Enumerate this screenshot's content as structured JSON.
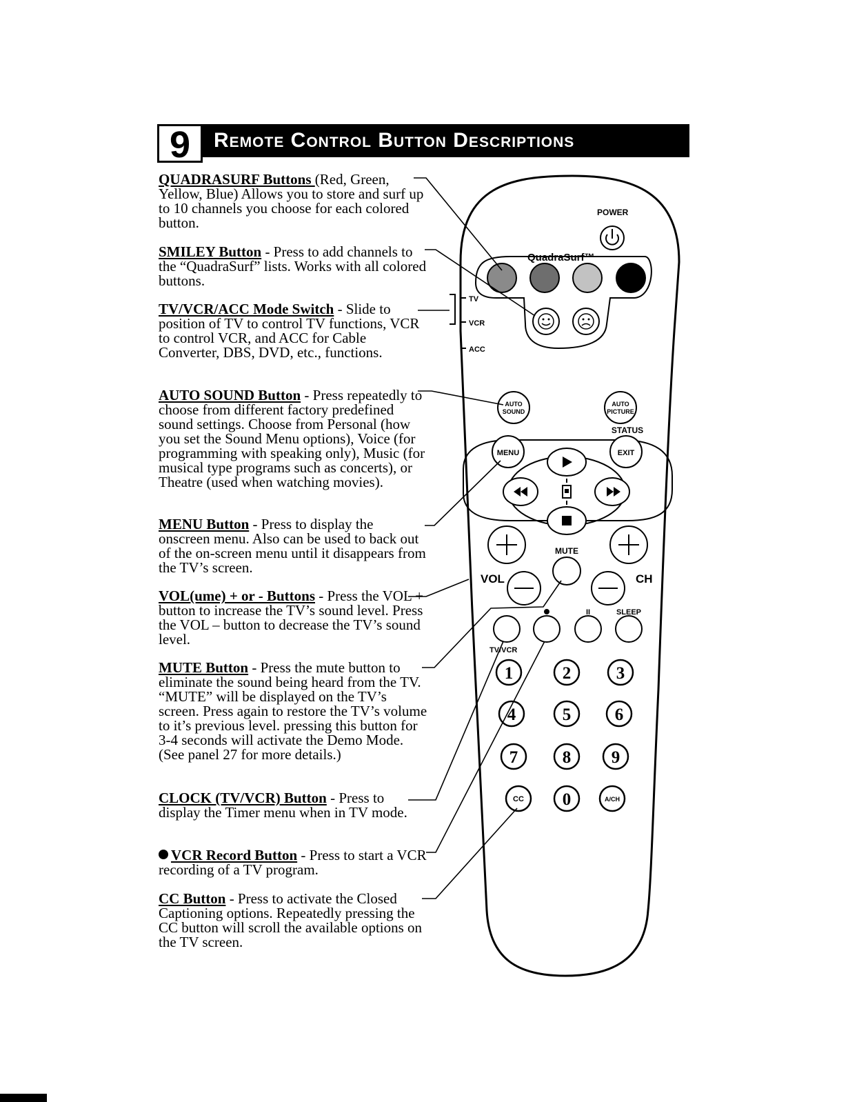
{
  "section": {
    "number": "9",
    "title": "Remote Control Button Descriptions"
  },
  "descriptions": [
    {
      "label": "QUADRASURF Buttons ",
      "text": "(Red, Green, Yellow, Blue) Allows you to store and surf up to 10 channels you choose for each colored button.",
      "bullet": false
    },
    {
      "label": "SMILEY Button",
      "text": " - Press to add channels to the “QuadraSurf” lists. Works with all colored buttons.",
      "bullet": false
    },
    {
      "label": "TV/VCR/ACC Mode Switch",
      "text": " - Slide to position of TV to control TV functions, VCR to control VCR, and ACC for Cable Converter, DBS, DVD, etc., functions.",
      "bullet": false
    },
    {
      "label": "AUTO SOUND Button",
      "text": " - Press repeatedly to choose from different factory predefined sound settings. Choose from Personal (how you set the Sound Menu options), Voice (for programming with speaking only), Music (for musical type programs such as concerts), or Theatre (used when watching movies).",
      "bullet": false
    },
    {
      "label": "MENU Button",
      "text": " - Press to display the onscreen menu. Also can be used to back out of the on-screen menu until it disappears from the TV’s screen.",
      "bullet": false
    },
    {
      "label": "VOL(ume) + or - Buttons",
      "text": " - Press the VOL + button to increase the TV’s sound level. Press the VOL – button to decrease the TV’s sound level.",
      "bullet": false
    },
    {
      "label": "MUTE Button",
      "text": " - Press the mute button to eliminate the sound being heard from the TV. “MUTE” will be displayed on the TV’s screen. Press again to restore the TV’s volume to it’s previous level. pressing this button for 3-4 seconds will activate the Demo Mode. (See panel 27 for more details.)",
      "bullet": false
    },
    {
      "label": "CLOCK (TV/VCR) Button",
      "text": " - Press to display the Timer menu when in TV mode.",
      "bullet": false
    },
    {
      "label": "VCR Record Button",
      "text": " - Press to start a VCR recording of a TV program.",
      "bullet": true
    },
    {
      "label": "CC Button",
      "text": " - Press to activate the Closed Captioning options. Repeatedly pressing the CC button will scroll the available options on the TV screen.",
      "bullet": false
    }
  ],
  "remote": {
    "power_label": "POWER",
    "quadrasurf_label": "QuadraSurf™",
    "mode_tv": "TV",
    "mode_vcr": "VCR",
    "mode_acc": "ACC",
    "auto_sound_line1": "AUTO",
    "auto_sound_line2": "SOUND",
    "auto_picture_line1": "AUTO",
    "auto_picture_line2": "PICTURE",
    "status_label": "STATUS",
    "menu_label": "MENU",
    "exit_label": "EXIT",
    "mute_label": "MUTE",
    "vol_label": "VOL",
    "ch_label": "CH",
    "pause_label": "II",
    "sleep_label": "SLEEP",
    "tvvcr_label": "TV/VCR",
    "digits": [
      "1",
      "2",
      "3",
      "4",
      "5",
      "6",
      "7",
      "8",
      "9"
    ],
    "cc_label": "CC",
    "zero_label": "0",
    "ach_label": "A/CH",
    "quadra_colors": [
      "#8a8a8a",
      "#6e6e6e",
      "#c2c2c2",
      "#000000"
    ]
  }
}
